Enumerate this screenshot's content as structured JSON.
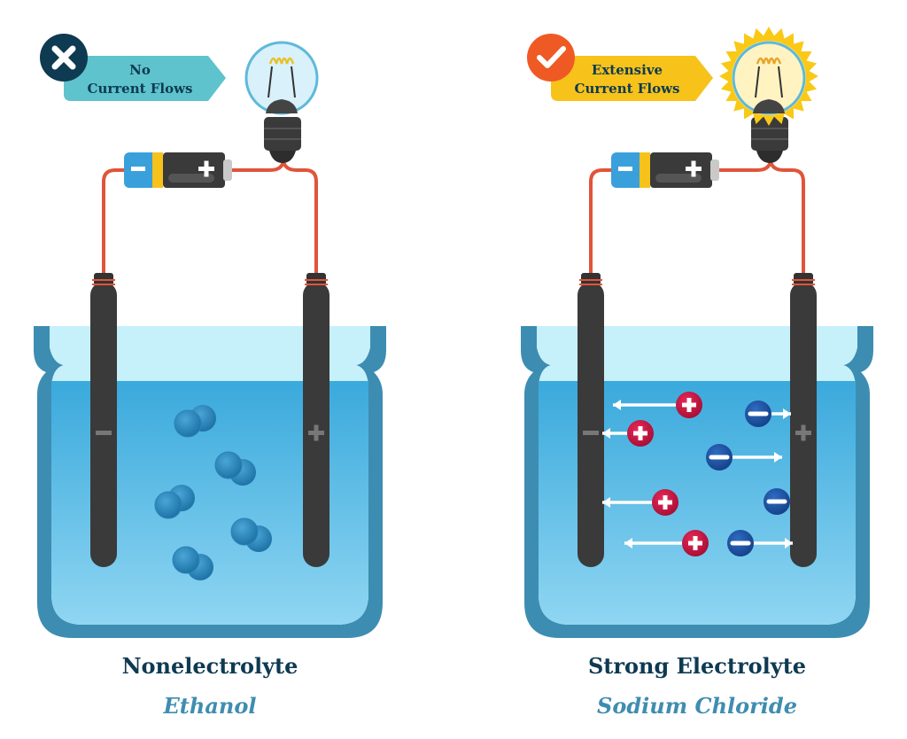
{
  "panels": [
    {
      "status_icon": "x-icon",
      "status_text_line1": "No",
      "status_text_line2": "Current Flows",
      "banner_color": "#5ec3cc",
      "status_circle_color": "#0e3a52",
      "bulb_state": "off",
      "title": "Nonelectrolyte",
      "subtitle": "Ethanol",
      "solute": "molecules"
    },
    {
      "status_icon": "check-icon",
      "status_text_line1": "Extensive",
      "status_text_line2": "Current Flows",
      "banner_color": "#f7c21a",
      "status_circle_color": "#ef5a24",
      "bulb_state": "on",
      "title": "Strong Electrolyte",
      "subtitle": "Sodium Chloride",
      "solute": "ions"
    }
  ],
  "colors": {
    "cation": "#c8123f",
    "anion": "#1c4fa0",
    "wire": "#e0553a",
    "beaker": "#3d8db2",
    "liquid": "#4db4e0",
    "electrode": "#3a3a3a"
  }
}
